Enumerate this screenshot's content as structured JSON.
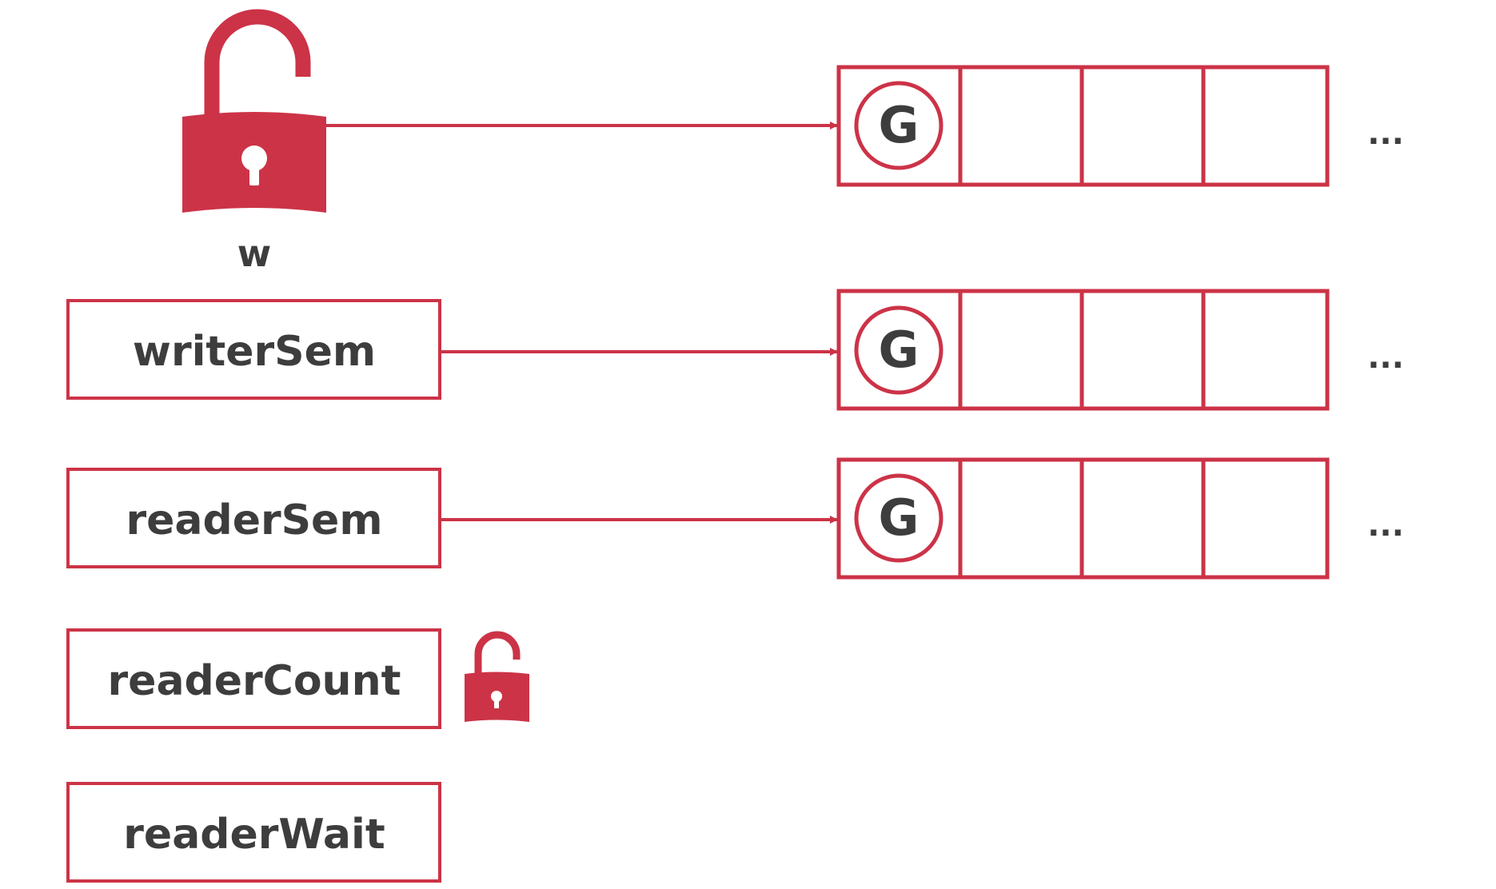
{
  "colors": {
    "accent": "#cc3347",
    "text": "#3d3d3d",
    "background": "#ffffff"
  },
  "lock": {
    "icon": "unlocked-padlock-icon",
    "label": "w"
  },
  "fields": [
    {
      "id": "writerSem",
      "label": "writerSem"
    },
    {
      "id": "readerSem",
      "label": "readerSem"
    },
    {
      "id": "readerCount",
      "label": "readerCount"
    },
    {
      "id": "readerWait",
      "label": "readerWait"
    }
  ],
  "queues": [
    {
      "source": "w",
      "first_slot": "G",
      "more": "..."
    },
    {
      "source": "writerSem",
      "first_slot": "G",
      "more": "..."
    },
    {
      "source": "readerSem",
      "first_slot": "G",
      "more": "..."
    }
  ],
  "small_lock": {
    "icon": "small-unlocked-padlock-icon",
    "next_to": "readerCount"
  }
}
